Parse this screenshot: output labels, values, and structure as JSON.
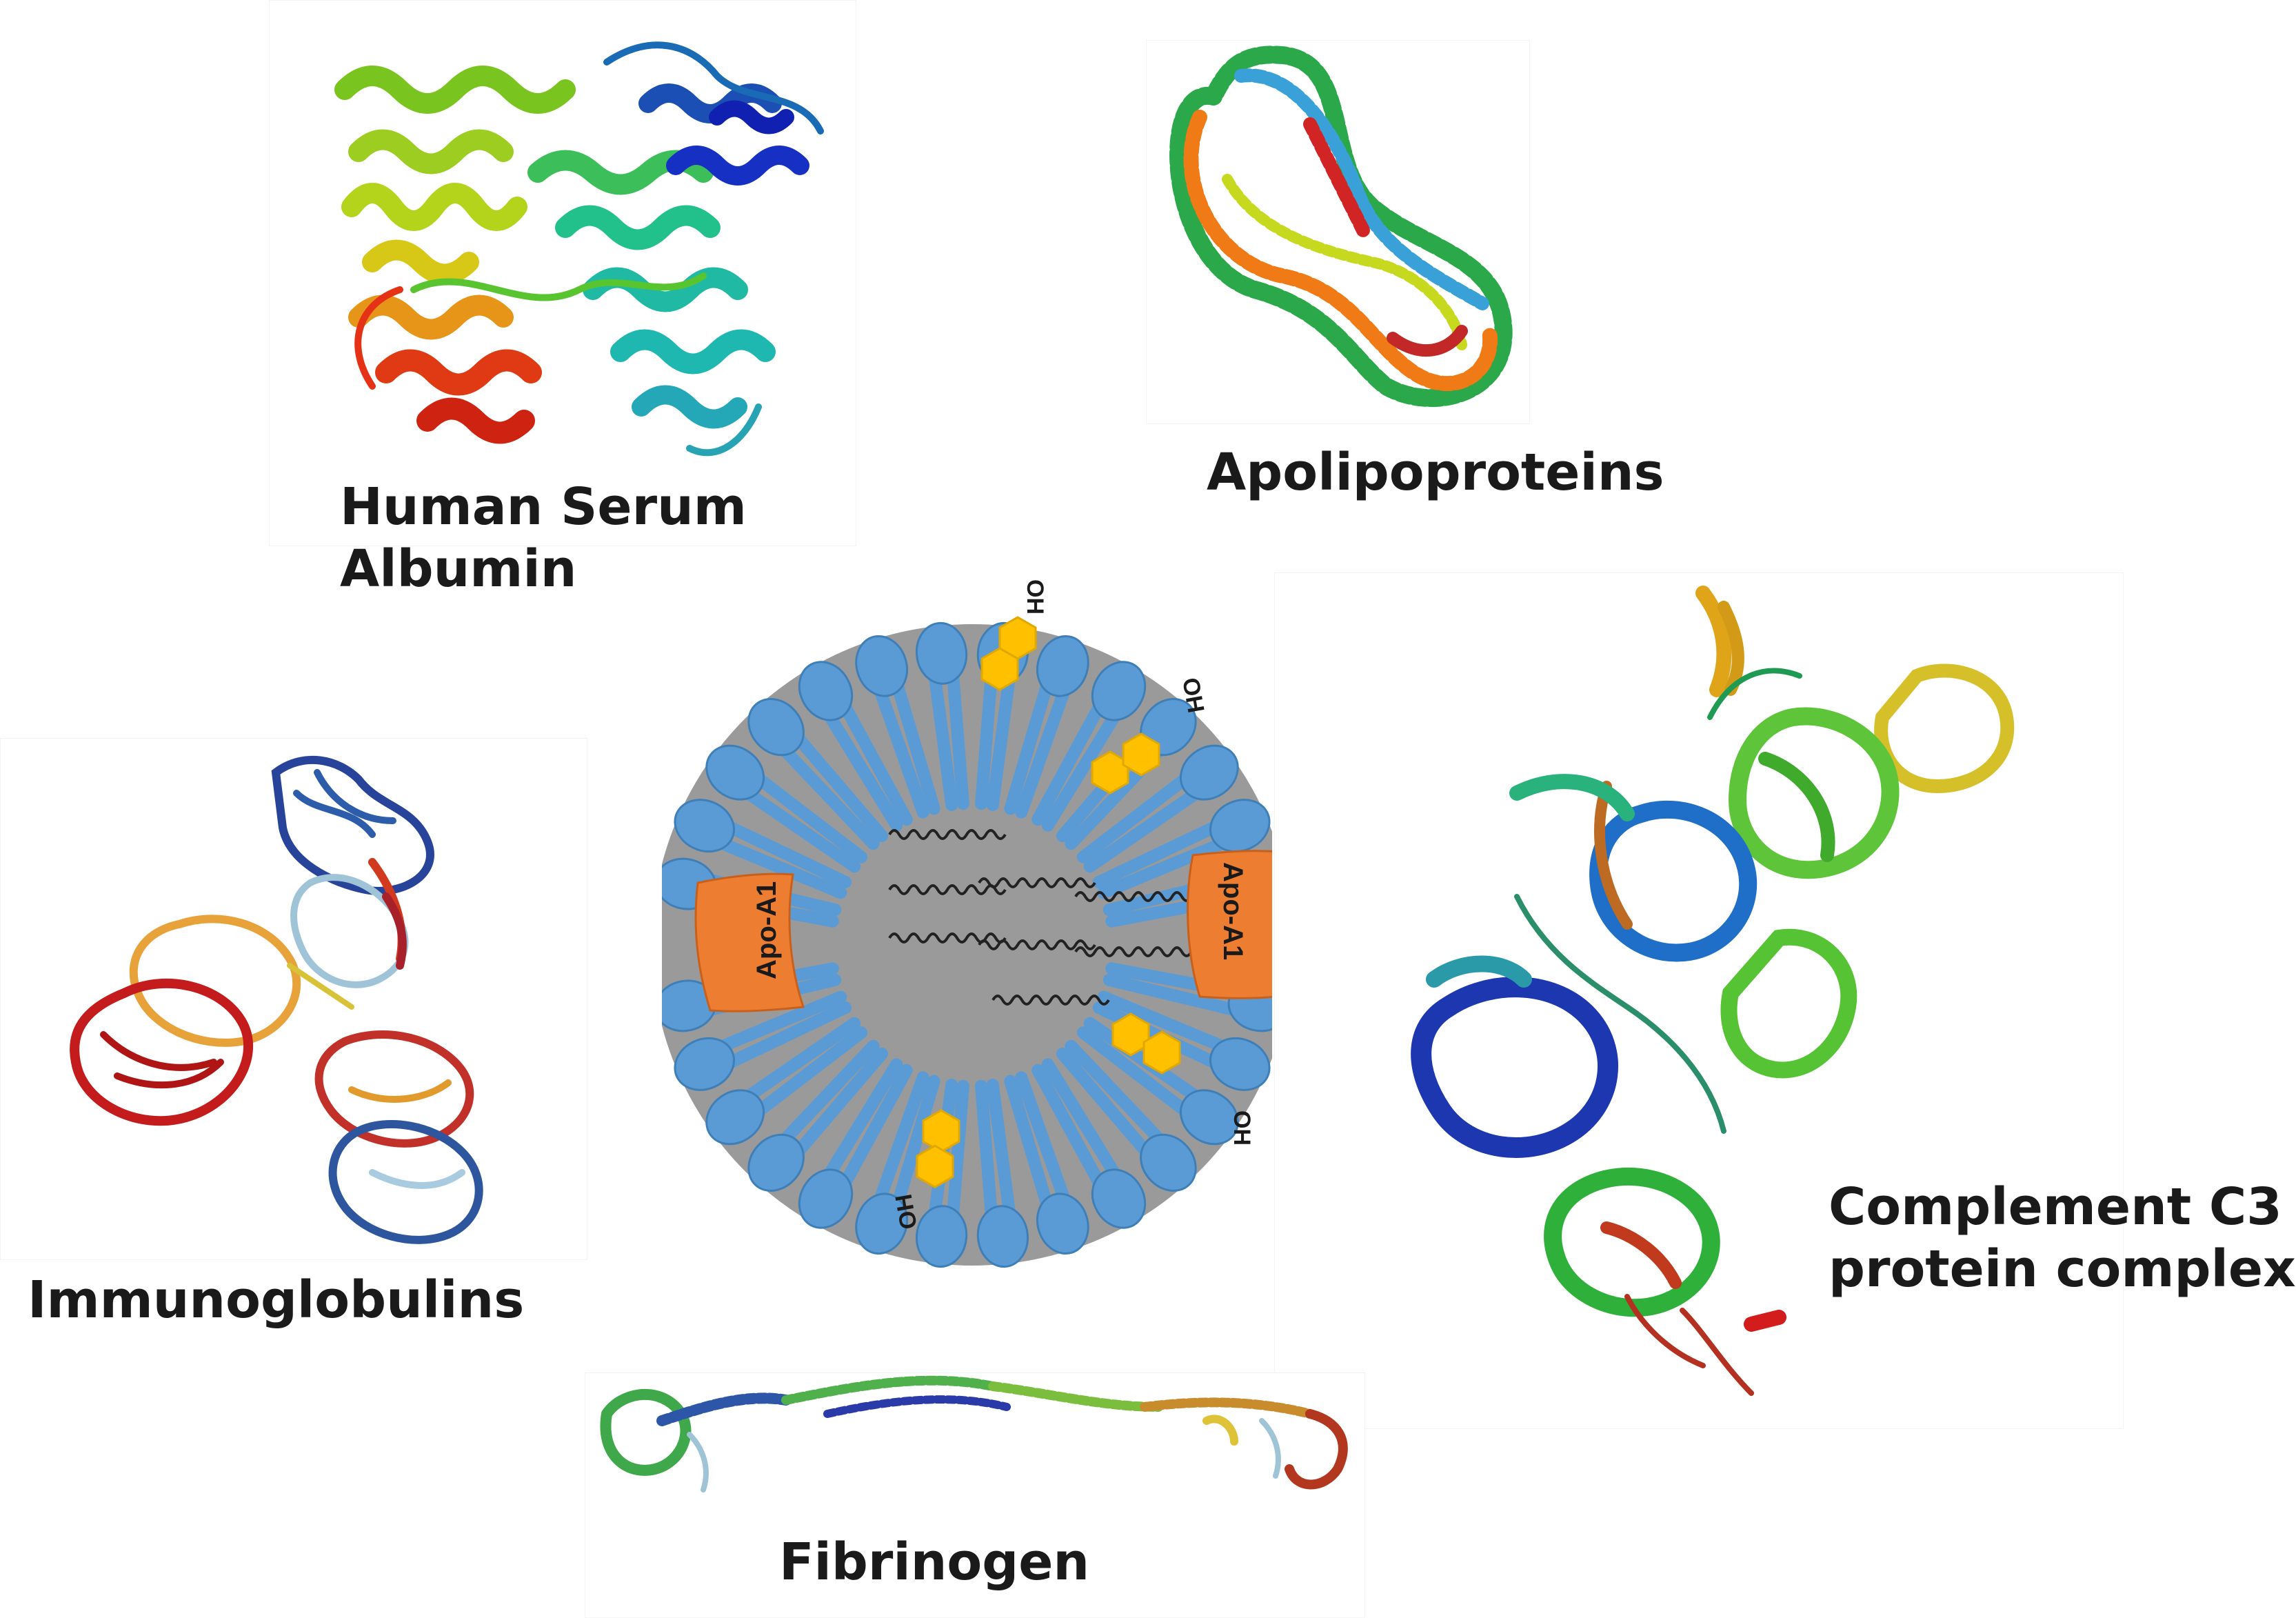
{
  "labels": {
    "albumin_line1": "Human Serum",
    "albumin_line2": "Albumin",
    "apolipoproteins": "Apolipoproteins",
    "immunoglobulins": "Immunoglobulins",
    "fibrinogen": "Fibrinogen",
    "complement_line1": "Complement C3",
    "complement_line2": "protein complex"
  },
  "nanoparticle": {
    "apo_left": "Apo-A1",
    "apo_right": "Apo-A1",
    "hydroxyl": "OH"
  },
  "colors": {
    "core": "#9a9a9a",
    "lipid": "#5b9bd5",
    "cholesterol": "#ffc000",
    "apo": "#ed7d31"
  },
  "icons": [
    "albumin-structure",
    "apolipoprotein-structure",
    "immunoglobulin-structure",
    "fibrinogen-structure",
    "complement-c3-structure",
    "lipid-nanoparticle"
  ]
}
